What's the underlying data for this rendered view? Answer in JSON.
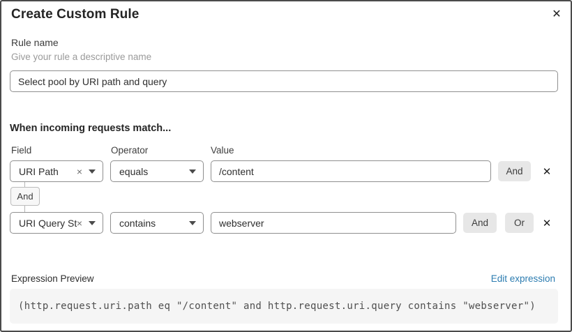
{
  "dialog": {
    "title": "Create Custom Rule"
  },
  "icons": {
    "close": "✕",
    "remove_row": "✕",
    "clear_selection": "×"
  },
  "rule_name": {
    "label": "Rule name",
    "hint": "Give your rule a descriptive name",
    "value": "Select pool by URI path and query"
  },
  "match": {
    "heading": "When incoming requests match...",
    "columns": {
      "field": "Field",
      "operator": "Operator",
      "value": "Value"
    },
    "connector_label": "And",
    "rows": [
      {
        "field": "URI Path",
        "operator": "equals",
        "value": "/content",
        "and_label": "And"
      },
      {
        "field": "URI Query St...",
        "operator": "contains",
        "value": "webserver",
        "and_label": "And",
        "or_label": "Or"
      }
    ]
  },
  "expression": {
    "label": "Expression Preview",
    "edit_link": "Edit expression",
    "code": "(http.request.uri.path eq \"/content\" and http.request.uri.query contains \"webserver\")"
  },
  "colors": {
    "link_blue": "#2c7cb0",
    "border_dark": "#4a4a4a",
    "input_border": "#8f8f8f",
    "button_gray": "#e7e7e7",
    "code_bg": "#f5f5f5"
  }
}
